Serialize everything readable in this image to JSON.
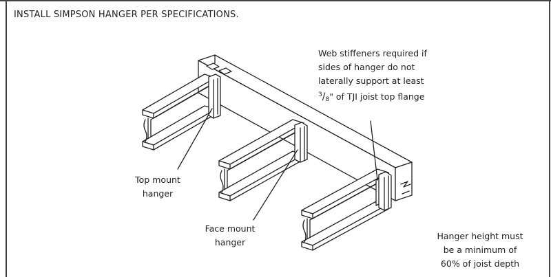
{
  "header_note": "INSTALL SIMPSON HANGER PER SPECIFICATIONS.",
  "callouts": {
    "web_stiffeners": {
      "line1": "Web stiffeners required if",
      "line2": "sides of hanger do not",
      "line3": "laterally support at least",
      "line4_numerator": "3",
      "line4_denominator": "8",
      "line4_rest": "\" of TJI  joist top flange"
    },
    "top_mount": {
      "line1": "Top mount",
      "line2": "hanger"
    },
    "face_mount": {
      "line1": "Face mount",
      "line2": "hanger"
    },
    "hanger_height": {
      "line1": "Hanger height must",
      "line2": "be a minimum of",
      "line3": "60% of joist depth"
    }
  }
}
